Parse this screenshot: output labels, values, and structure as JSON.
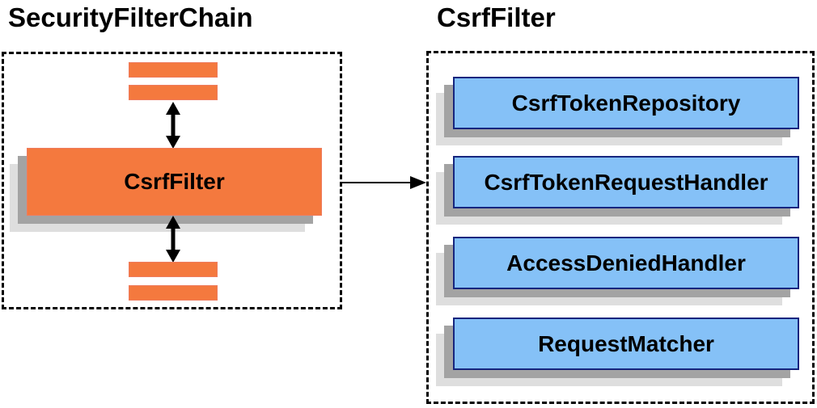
{
  "left": {
    "title": "SecurityFilterChain",
    "filter_label": "CsrfFilter"
  },
  "right": {
    "title": "CsrfFilter",
    "components": [
      {
        "label": "CsrfTokenRepository"
      },
      {
        "label": "CsrfTokenRequestHandler"
      },
      {
        "label": "AccessDeniedHandler"
      },
      {
        "label": "RequestMatcher"
      }
    ]
  },
  "colors": {
    "orange_fill": "#F4793E",
    "orange_border": "#EE7C5F",
    "blue_fill": "#85C1F7",
    "blue_border": "#16257E",
    "shadow_dark": "#A3A3A3",
    "shadow_light": "#DEDEDE",
    "line": "#000000"
  }
}
